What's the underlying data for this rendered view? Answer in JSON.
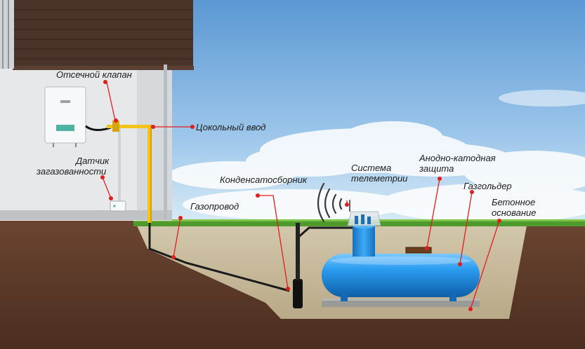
{
  "labels": {
    "shutoff_valve": "Отсечной клапан",
    "basement_inlet": "Цокольный ввод",
    "gas_sensor_l1": "Датчик",
    "gas_sensor_l2": "загазованности",
    "condensate_collector": "Конденсатосборник",
    "telemetry_l1": "Система",
    "telemetry_l2": "телеметрии",
    "anode_cathode_l1": "Анодно-катодная",
    "anode_cathode_l2": "защита",
    "gas_tank": "Газгольдер",
    "pipeline": "Газопровод",
    "concrete_base_l1": "Бетонное",
    "concrete_base_l2": "основание"
  },
  "colors": {
    "tank": "#1e8fe0",
    "pipe_yellow": "#f2c318",
    "pointer_red": "#e01e1e",
    "soil": "#5e3b2a",
    "sand": "#c9bb9d",
    "grass": "#4f9a2c",
    "wall": "#e6e8ea",
    "roof": "#4a3329"
  },
  "icons": [
    "signal-waves-icon",
    "antenna-icon",
    "gas-boiler-icon",
    "gas-sensor-icon"
  ]
}
